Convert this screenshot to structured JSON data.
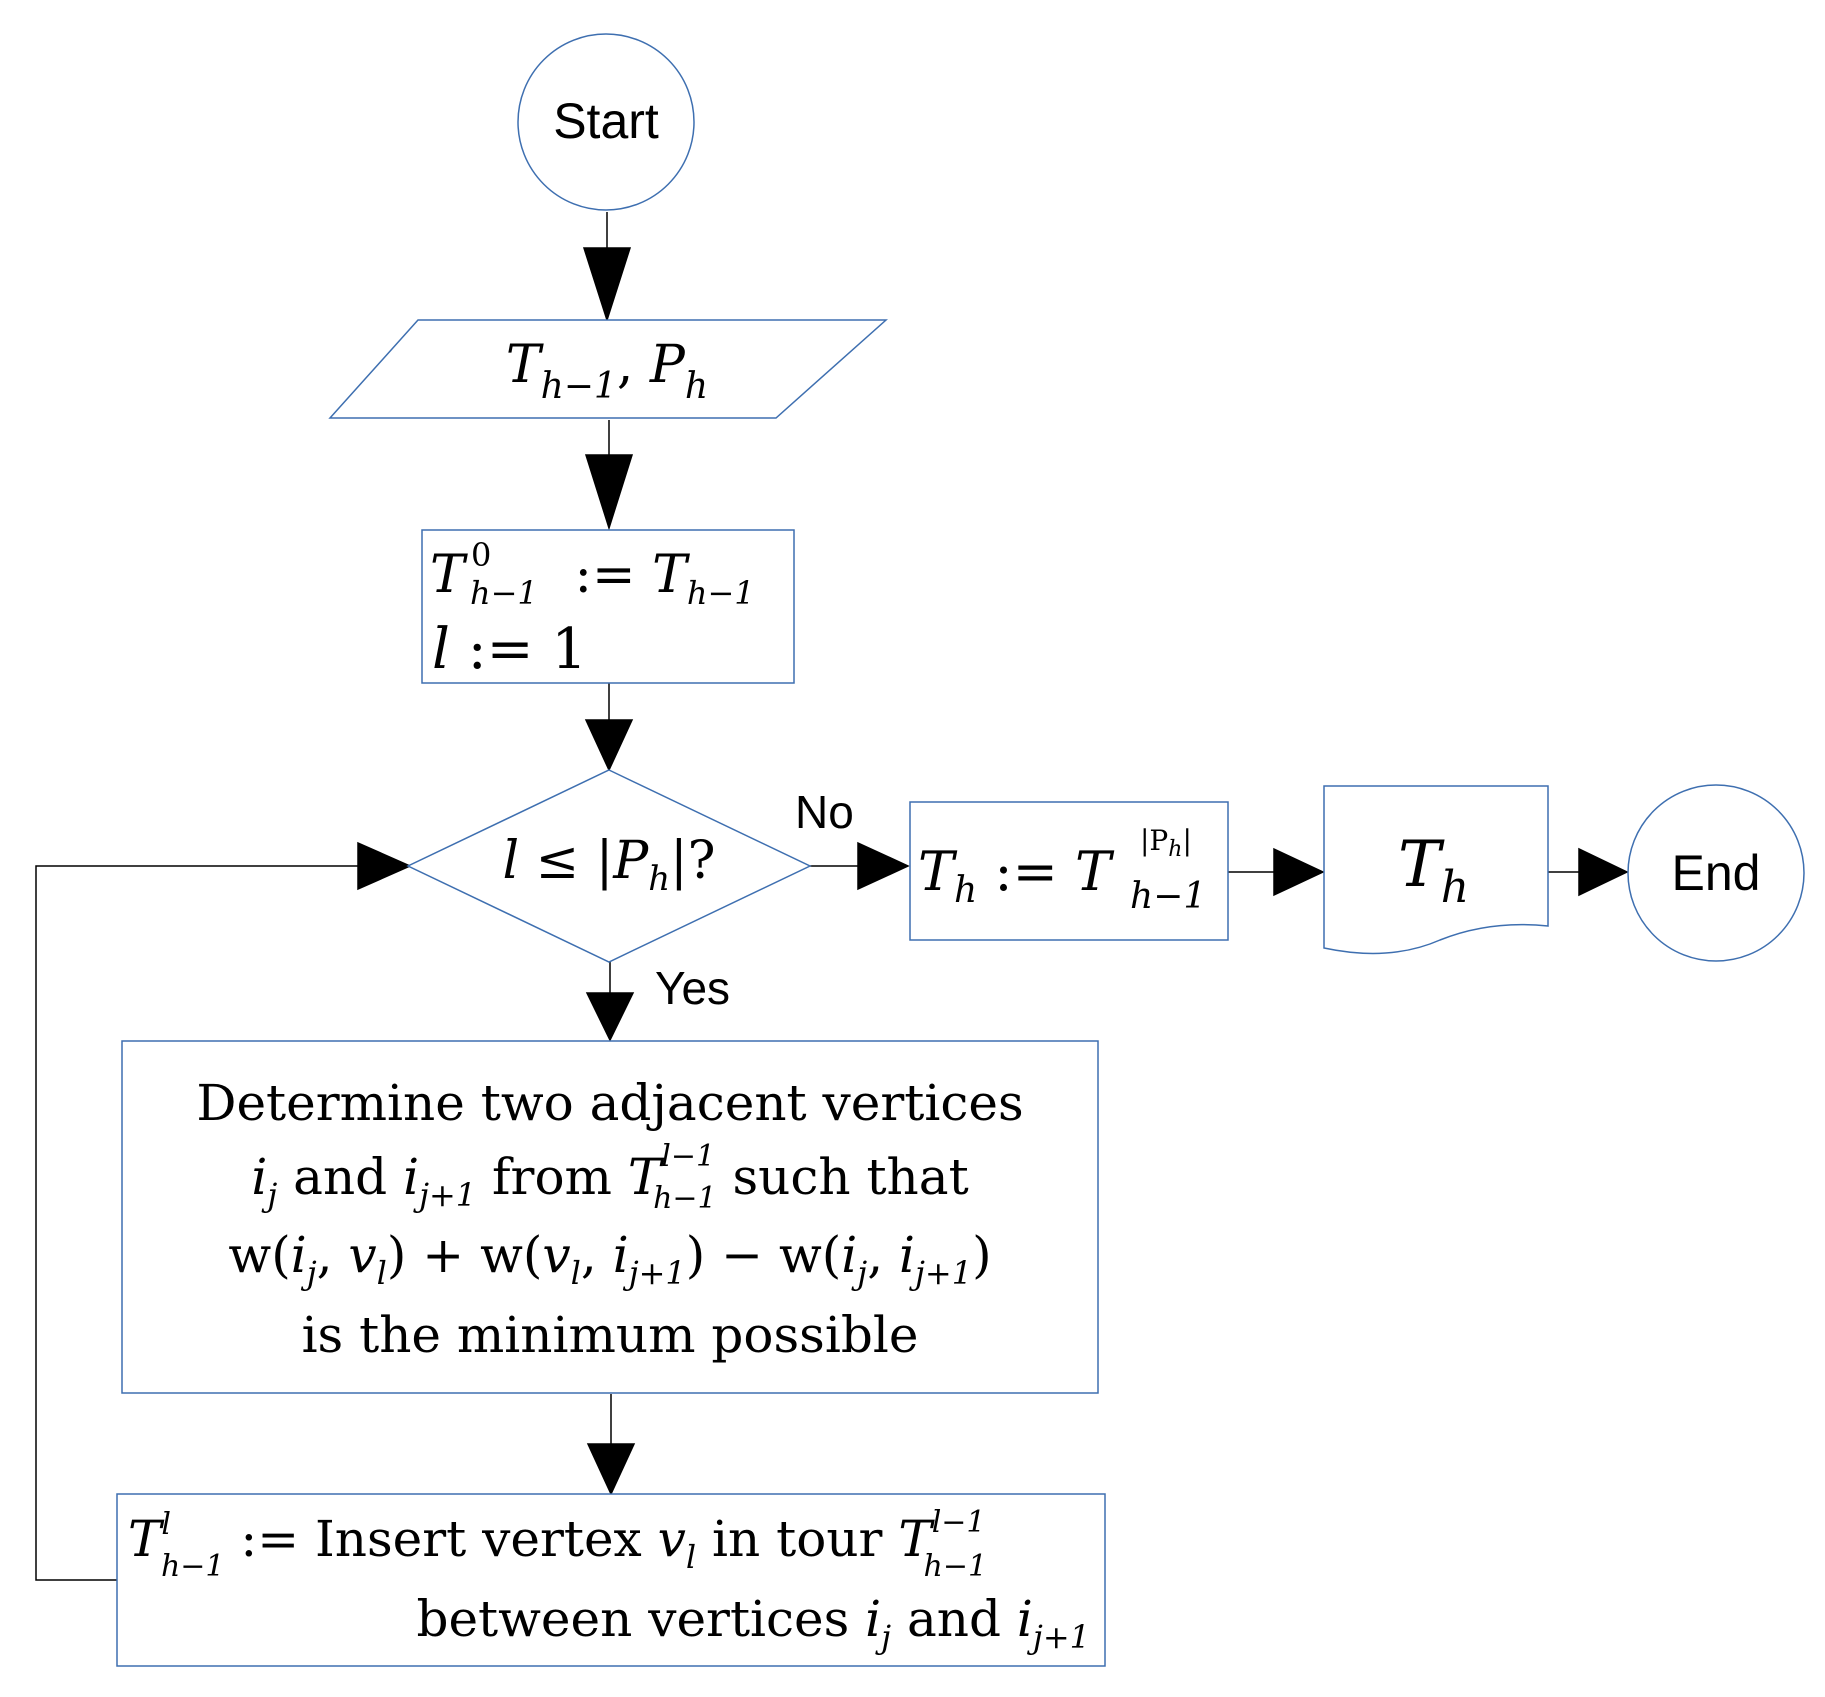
{
  "nodes": {
    "start": {
      "label": "Start"
    },
    "input": {
      "parts": [
        "T",
        "h−1",
        ", ",
        "P",
        "h"
      ]
    },
    "init": {
      "line1": [
        "T",
        "0",
        "h−1",
        " := ",
        "T",
        "h−1"
      ],
      "line2": [
        "l",
        " := 1"
      ]
    },
    "decision": {
      "parts": [
        "l",
        " ≤ |",
        "P",
        "h",
        "|?"
      ]
    },
    "assign_result": {
      "parts": [
        "T",
        "h",
        " := ",
        "T",
        "|P",
        "h",
        "|",
        "h−1"
      ]
    },
    "output": {
      "parts": [
        "T",
        "h"
      ]
    },
    "end": {
      "label": "End"
    },
    "determine": {
      "line1": "Determine two adjacent vertices",
      "line2": [
        "i",
        "j",
        " and ",
        "i",
        "j+1",
        " from ",
        "T",
        "l−1",
        "h−1",
        " such that"
      ],
      "line3": [
        "w(",
        "i",
        "j",
        ", ",
        "v",
        "l",
        ") + w(",
        "v",
        "l",
        ", ",
        "i",
        "j+1",
        ") − w(",
        "i",
        "j",
        ", ",
        "i",
        "j+1",
        ")"
      ],
      "line4": "is the minimum possible"
    },
    "insert": {
      "line1": [
        "T",
        "l",
        "h−1",
        " := Insert vertex ",
        "v",
        "l",
        " in tour ",
        "T",
        "l−1",
        "h−1"
      ],
      "line2": [
        "between vertices ",
        "i",
        "j",
        " and ",
        "i",
        "j+1"
      ]
    }
  },
  "edges": {
    "no_label": "No",
    "yes_label": "Yes"
  },
  "colors": {
    "shape_stroke": "#3e6fb0",
    "arrow": "#000000",
    "text": "#000000"
  }
}
